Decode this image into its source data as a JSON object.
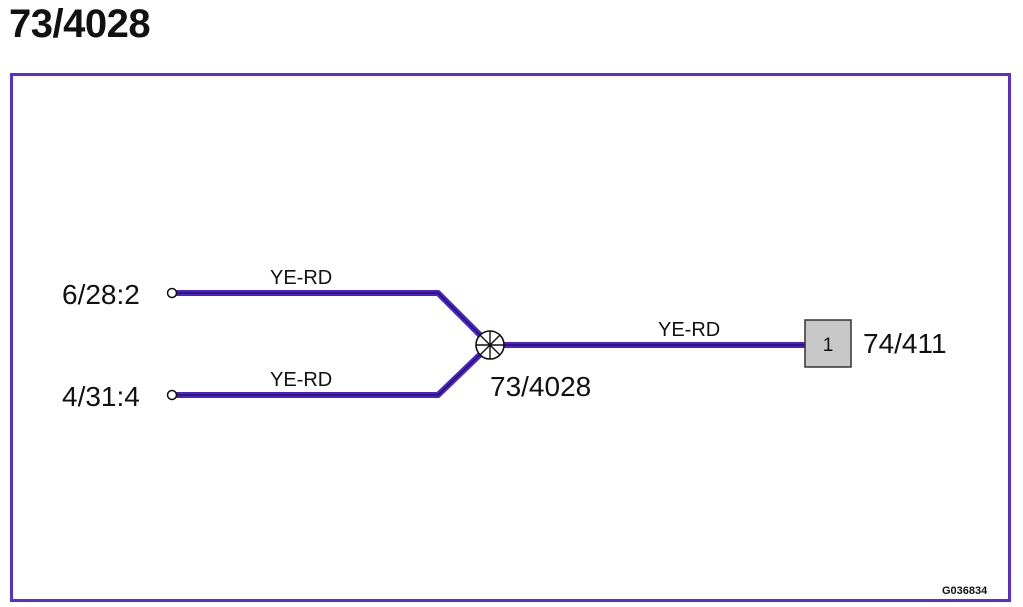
{
  "title": "73/4028",
  "colors": {
    "frame": "#5a2fd0",
    "wire": "#4a22c8",
    "wire_core": "#1a0f4a",
    "connector_fill": "#c8c8c8"
  },
  "terminals": [
    {
      "label": "6/28:2"
    },
    {
      "label": "4/31:4"
    }
  ],
  "wires": [
    {
      "color_code": "YE-RD"
    },
    {
      "color_code": "YE-RD"
    },
    {
      "color_code": "YE-RD"
    }
  ],
  "splice": {
    "label": "73/4028",
    "icon": "splice-icon"
  },
  "connector": {
    "label": "74/411",
    "pin": "1"
  },
  "figure_code": "G036834"
}
